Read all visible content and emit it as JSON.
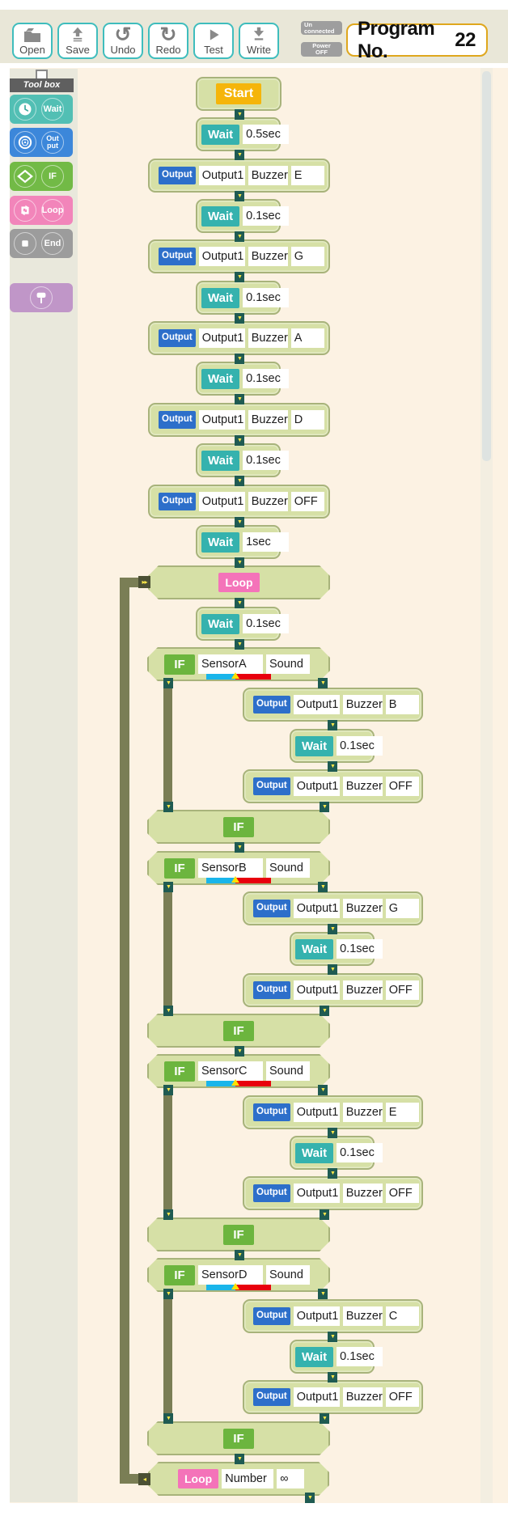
{
  "colors": {
    "accent_teal": "#3fbdbd",
    "band_bg": "#e9e7d8",
    "canvas_bg": "#fcf2e3",
    "toolbox_bg": "#e9e8dc",
    "toolbox_header": "#5f5f5f",
    "status_gray": "#9e9e9e",
    "program_border": "#dfa71d",
    "block_fill": "#d6e0a6",
    "block_border": "#a8b37b",
    "start_badge": "#f5b50a",
    "wait_badge": "#35b2ae",
    "output_badge": "#2d6fca",
    "if_badge": "#6cb53e",
    "loop_badge": "#f473b9",
    "connector": "#1f5b52",
    "connector_arrow": "#ffe94a",
    "line_olive": "#7a7e55",
    "slider_blue": "#19b5ea",
    "slider_red": "#e8000d",
    "slider_marker": "#ffe000",
    "tool_wait": "#52bfb4",
    "tool_output": "#3c87da",
    "tool_if": "#72ba46",
    "tool_loop": "#f285ba",
    "tool_end": "#9c9c9c",
    "tool_hammer": "#c096c8"
  },
  "icons": {
    "down": "▼",
    "right_double": "▸▸",
    "left": "◂"
  },
  "toolbar": {
    "buttons": [
      {
        "id": "open",
        "label": "Open"
      },
      {
        "id": "save",
        "label": "Save"
      },
      {
        "id": "undo",
        "label": "Undo"
      },
      {
        "id": "redo",
        "label": "Redo"
      },
      {
        "id": "test",
        "label": "Test"
      },
      {
        "id": "write",
        "label": "Write"
      }
    ],
    "status": [
      {
        "id": "connection",
        "line1": "Un",
        "line2": "connected"
      },
      {
        "id": "power",
        "line1": "Power",
        "line2": "OFF"
      }
    ],
    "program": {
      "label": "Program No.",
      "value": "22"
    }
  },
  "toolbox": {
    "title": "Tool box",
    "items": [
      {
        "id": "wait",
        "label": "Wait"
      },
      {
        "id": "output",
        "label": "Out put"
      },
      {
        "id": "if",
        "label": "IF"
      },
      {
        "id": "loop",
        "label": "Loop"
      },
      {
        "id": "end",
        "label": "End"
      },
      {
        "id": "hammer",
        "label": ""
      }
    ]
  },
  "program": {
    "badge_labels": {
      "start": "Start",
      "wait": "Wait",
      "output": "Output",
      "if": "IF",
      "loop": "Loop"
    },
    "rows": [
      {
        "type": "start",
        "indent": 0,
        "label": "Start"
      },
      {
        "type": "wait",
        "indent": 0,
        "value": "0.5sec"
      },
      {
        "type": "output",
        "indent": 0,
        "port": "Output1",
        "device": "Buzzer",
        "value": "E"
      },
      {
        "type": "wait",
        "indent": 0,
        "value": "0.1sec"
      },
      {
        "type": "output",
        "indent": 0,
        "port": "Output1",
        "device": "Buzzer",
        "value": "G"
      },
      {
        "type": "wait",
        "indent": 0,
        "value": "0.1sec"
      },
      {
        "type": "output",
        "indent": 0,
        "port": "Output1",
        "device": "Buzzer",
        "value": "A"
      },
      {
        "type": "wait",
        "indent": 0,
        "value": "0.1sec"
      },
      {
        "type": "output",
        "indent": 0,
        "port": "Output1",
        "device": "Buzzer",
        "value": "D"
      },
      {
        "type": "wait",
        "indent": 0,
        "value": "0.1sec"
      },
      {
        "type": "output",
        "indent": 0,
        "port": "Output1",
        "device": "Buzzer",
        "value": "OFF"
      },
      {
        "type": "wait",
        "indent": 0,
        "value": "1sec"
      },
      {
        "type": "loop_open",
        "indent": 0,
        "label": "Loop"
      },
      {
        "type": "wait",
        "indent": 0,
        "value": "0.1sec"
      },
      {
        "type": "if_open",
        "indent": 0,
        "sensor": "SensorA",
        "mode": "Sound"
      },
      {
        "type": "output",
        "indent": 1,
        "port": "Output1",
        "device": "Buzzer",
        "value": "B"
      },
      {
        "type": "wait",
        "indent": 1,
        "value": "0.1sec"
      },
      {
        "type": "output",
        "indent": 1,
        "port": "Output1",
        "device": "Buzzer",
        "value": "OFF"
      },
      {
        "type": "if_close",
        "indent": 0,
        "label": "IF"
      },
      {
        "type": "if_open",
        "indent": 0,
        "sensor": "SensorB",
        "mode": "Sound"
      },
      {
        "type": "output",
        "indent": 1,
        "port": "Output1",
        "device": "Buzzer",
        "value": "G"
      },
      {
        "type": "wait",
        "indent": 1,
        "value": "0.1sec"
      },
      {
        "type": "output",
        "indent": 1,
        "port": "Output1",
        "device": "Buzzer",
        "value": "OFF"
      },
      {
        "type": "if_close",
        "indent": 0,
        "label": "IF"
      },
      {
        "type": "if_open",
        "indent": 0,
        "sensor": "SensorC",
        "mode": "Sound"
      },
      {
        "type": "output",
        "indent": 1,
        "port": "Output1",
        "device": "Buzzer",
        "value": "E"
      },
      {
        "type": "wait",
        "indent": 1,
        "value": "0.1sec"
      },
      {
        "type": "output",
        "indent": 1,
        "port": "Output1",
        "device": "Buzzer",
        "value": "OFF"
      },
      {
        "type": "if_close",
        "indent": 0,
        "label": "IF"
      },
      {
        "type": "if_open",
        "indent": 0,
        "sensor": "SensorD",
        "mode": "Sound"
      },
      {
        "type": "output",
        "indent": 1,
        "port": "Output1",
        "device": "Buzzer",
        "value": "C"
      },
      {
        "type": "wait",
        "indent": 1,
        "value": "0.1sec"
      },
      {
        "type": "output",
        "indent": 1,
        "port": "Output1",
        "device": "Buzzer",
        "value": "OFF"
      },
      {
        "type": "if_close",
        "indent": 0,
        "label": "IF"
      },
      {
        "type": "loop_close",
        "indent": 0,
        "label": "Loop",
        "param": "Number",
        "value": "∞"
      }
    ]
  }
}
